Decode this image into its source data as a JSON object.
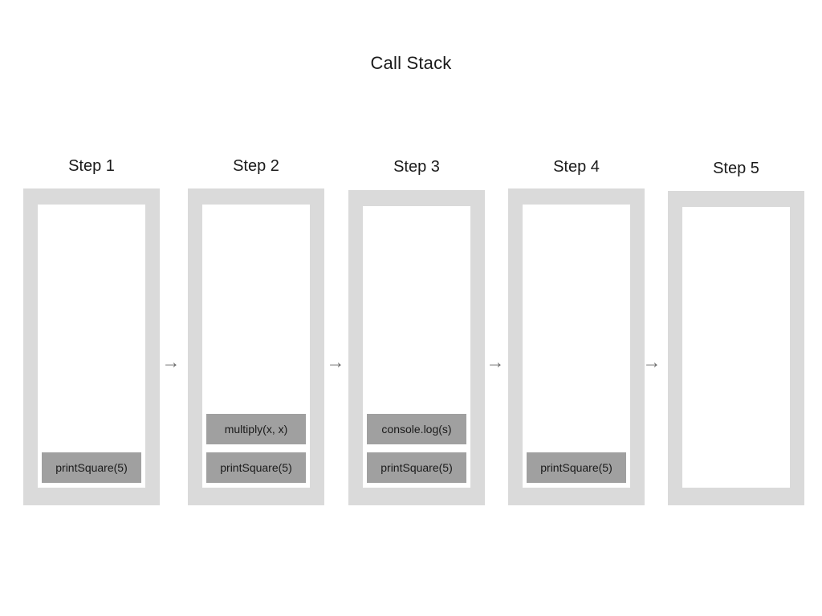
{
  "title": "Call Stack",
  "arrow_glyph": "→",
  "colors": {
    "panel_border": "#dadada",
    "panel_interior": "#ffffff",
    "frame_fill": "#a0a0a0",
    "text": "#1a1a1a",
    "arrow": "#6d6d6d",
    "background": "#ffffff"
  },
  "steps": [
    {
      "label": "Step 1",
      "frames": [
        "printSquare(5)"
      ]
    },
    {
      "label": "Step 2",
      "frames": [
        "multiply(x, x)",
        "printSquare(5)"
      ]
    },
    {
      "label": "Step 3",
      "frames": [
        "console.log(s)",
        "printSquare(5)"
      ]
    },
    {
      "label": "Step 4",
      "frames": [
        "printSquare(5)"
      ]
    },
    {
      "label": "Step 5",
      "frames": []
    }
  ],
  "arrows": [
    {
      "glyph": "→"
    },
    {
      "glyph": "→"
    },
    {
      "glyph": "→"
    },
    {
      "glyph": "→"
    }
  ]
}
